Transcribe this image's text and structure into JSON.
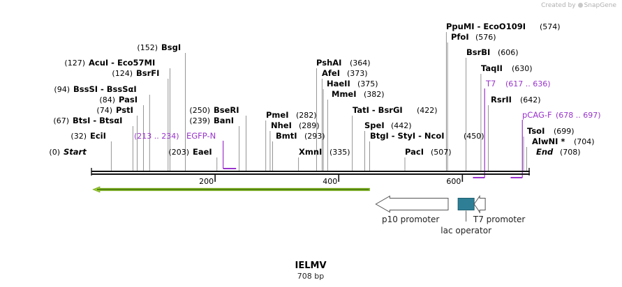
{
  "watermark": {
    "text": "Created by",
    "brand": "SnapGene"
  },
  "plasmid": {
    "name": "IELMV",
    "length_label": "708 bp",
    "length": 708
  },
  "ruler_ticks": [
    {
      "pos": 200,
      "label": "200"
    },
    {
      "pos": 400,
      "label": "400"
    },
    {
      "pos": 600,
      "label": "600"
    }
  ],
  "enzymes": [
    {
      "name": "Start",
      "pos": "(0)",
      "bp": 0,
      "italic": true
    },
    {
      "name": "EciI",
      "pos": "(32)",
      "bp": 32
    },
    {
      "name": "BtsI - BtsαI",
      "pos": "(67)",
      "bp": 67
    },
    {
      "name": "PstI",
      "pos": "(74)",
      "bp": 74
    },
    {
      "name": "PasI",
      "pos": "(84)",
      "bp": 84
    },
    {
      "name": "BssSI - BssSαI",
      "pos": "(94)",
      "bp": 94
    },
    {
      "name": "BsrFI",
      "pos": "(124)",
      "bp": 124
    },
    {
      "name": "AcuI - Eco57MI",
      "pos": "(127)",
      "bp": 127
    },
    {
      "name": "BsgI",
      "pos": "(152)",
      "bp": 152
    },
    {
      "name": "EaeI",
      "pos": "(203)",
      "bp": 203
    },
    {
      "name": "BanI",
      "pos": "(239)",
      "bp": 239
    },
    {
      "name": "BseRI",
      "pos": "(250)",
      "bp": 250
    },
    {
      "name": "PmeI",
      "pos": "(282)",
      "bp": 282
    },
    {
      "name": "NheI",
      "pos": "(289)",
      "bp": 289
    },
    {
      "name": "BmtI",
      "pos": "(293)",
      "bp": 293
    },
    {
      "name": "XmnI",
      "pos": "(335)",
      "bp": 335
    },
    {
      "name": "PshAI",
      "pos": "(364)",
      "bp": 364
    },
    {
      "name": "AfeI",
      "pos": "(373)",
      "bp": 373
    },
    {
      "name": "HaeII",
      "pos": "(375)",
      "bp": 375
    },
    {
      "name": "MmeI",
      "pos": "(382)",
      "bp": 382
    },
    {
      "name": "TatI - BsrGI",
      "pos": "(422)",
      "bp": 422
    },
    {
      "name": "SpeI",
      "pos": "(442)",
      "bp": 442
    },
    {
      "name": "BtgI - StyI - NcoI",
      "pos": "(450)",
      "bp": 450
    },
    {
      "name": "PacI",
      "pos": "(507)",
      "bp": 507
    },
    {
      "name": "PpuMI - EcoO109I",
      "pos": "(574)",
      "bp": 574
    },
    {
      "name": "PfoI",
      "pos": "(576)",
      "bp": 576
    },
    {
      "name": "BsrBI",
      "pos": "(606)",
      "bp": 606
    },
    {
      "name": "TaqII",
      "pos": "(630)",
      "bp": 630
    },
    {
      "name": "RsrII",
      "pos": "(642)",
      "bp": 642
    },
    {
      "name": "TsoI",
      "pos": "(699)",
      "bp": 699
    },
    {
      "name": "AlwNI *",
      "pos": "(704)",
      "bp": 704
    },
    {
      "name": "End",
      "pos": "(708)",
      "bp": 708,
      "italic": true
    }
  ],
  "primers": [
    {
      "name": "EGFP-N",
      "range": "(213 .. 234)",
      "start": 213,
      "end": 234,
      "color": "#9933cc"
    },
    {
      "name": "T7",
      "range": "(617 .. 636)",
      "start": 617,
      "end": 636,
      "color": "#9933cc"
    },
    {
      "name": "pCAG-F",
      "range": "(678 .. 697)",
      "start": 678,
      "end": 697,
      "color": "#9933cc"
    }
  ],
  "features": [
    {
      "name": "p10 promoter",
      "start": 460,
      "end": 577,
      "direction": "left",
      "color": "#ffffff",
      "stroke": "#555555"
    },
    {
      "name": "lac operator",
      "start": 593,
      "end": 619,
      "direction": "none",
      "color": "#2e7f96",
      "stroke": "#1f5f70"
    },
    {
      "name": "T7 promoter",
      "start": 619,
      "end": 637,
      "direction": "left",
      "color": "#ffffff",
      "stroke": "#555555"
    }
  ],
  "orf_arrow": {
    "start": 0,
    "end": 450,
    "direction": "left",
    "color": "#99cc33"
  }
}
